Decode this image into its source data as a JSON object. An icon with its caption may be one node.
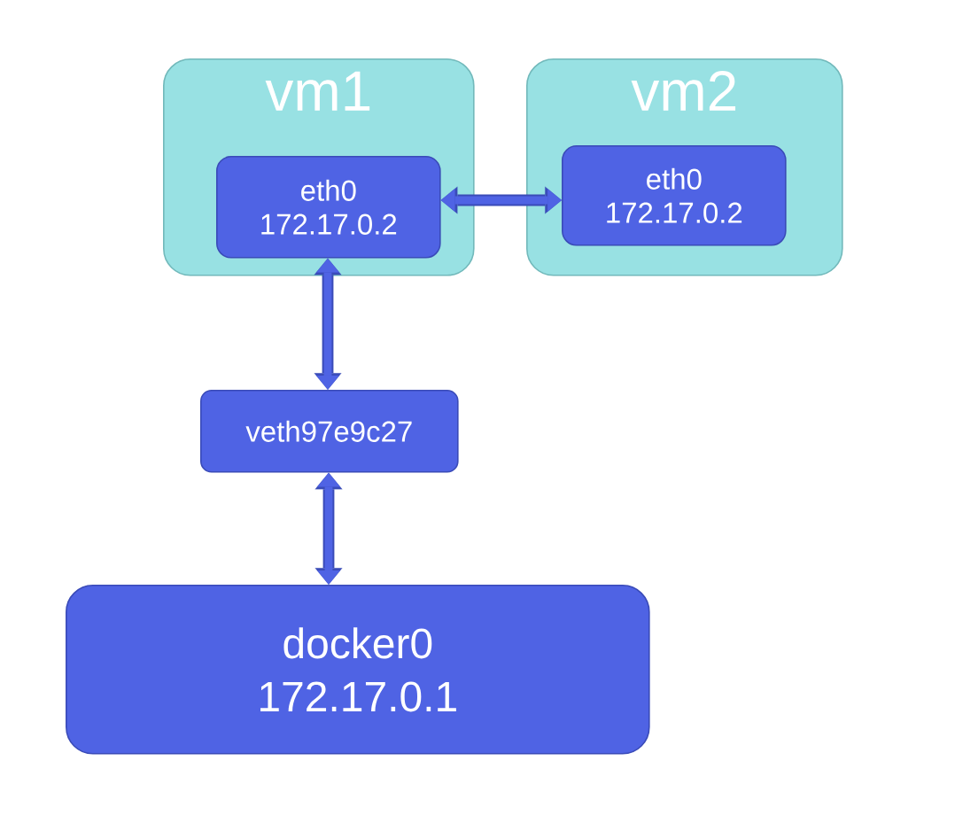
{
  "diagram": {
    "nodes": [
      {
        "text": [
          "vm1"
        ]
      },
      {
        "text": [
          "eth0",
          "172.17.0.2"
        ],
        "in": 0
      },
      {
        "text": [
          "vm2"
        ]
      },
      {
        "text": [
          "eth0",
          "172.17.0.2"
        ],
        "in": 2
      },
      {
        "text": [
          "veth97e9c27"
        ]
      },
      {
        "text": [
          "docker0",
          "172.17.0.1"
        ]
      }
    ],
    "edges": [
      {
        "from": 1,
        "to": 3,
        "arrow": "both"
      },
      {
        "from": 1,
        "to": 4,
        "arrow": "both"
      },
      {
        "from": 4,
        "to": 5,
        "arrow": "both"
      }
    ]
  }
}
